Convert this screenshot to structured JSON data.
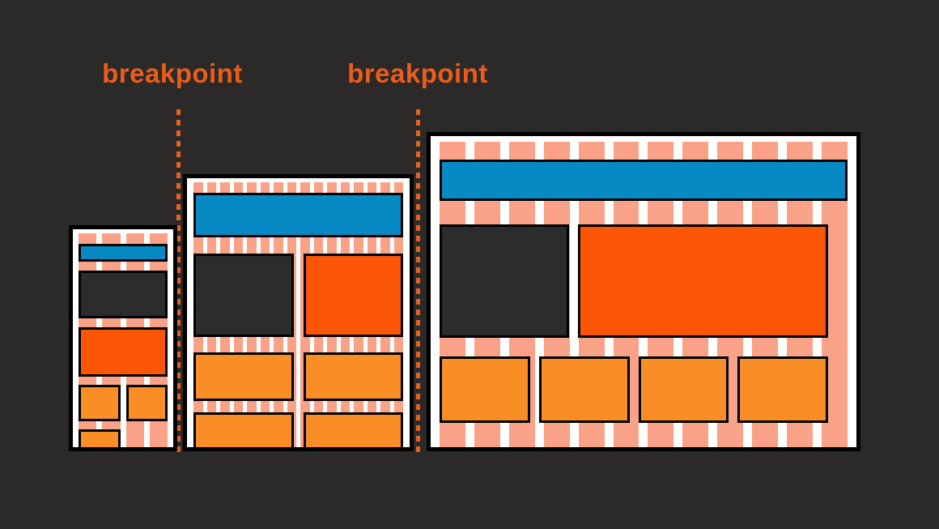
{
  "diagram": {
    "background": "#2b2a28",
    "labels": [
      {
        "id": "breakpoint-1",
        "text": "breakpoint"
      },
      {
        "id": "breakpoint-2",
        "text": "breakpoint"
      }
    ],
    "palette": {
      "bg": "#2b2a28",
      "grid_column": "#f9a288",
      "gutter_white": "#ffffff",
      "frame_border": "#000000",
      "frame_background": "#ffffff",
      "header_blue": "#0789c4",
      "dark_block": "#2c2c2c",
      "accent_orange_red": "#fb5507",
      "block_orange": "#fa8e26",
      "label_orange": "#ec5c1a",
      "dashed_line_orange": "#e8611f"
    },
    "layouts": [
      {
        "id": "small",
        "name": "small-screen-layout",
        "columns": 4,
        "column_gap": 7,
        "rows": [
          {
            "kind": "spacer",
            "h": 13
          },
          {
            "kind": "row",
            "h": 22,
            "blocks": [
              {
                "role": "header",
                "size": "full"
              }
            ]
          },
          {
            "kind": "spacer",
            "h": 11
          },
          {
            "kind": "row",
            "h": 59,
            "blocks": [
              {
                "role": "dark",
                "size": "full"
              }
            ]
          },
          {
            "kind": "spacer",
            "h": 11
          },
          {
            "kind": "row",
            "h": 61,
            "blocks": [
              {
                "role": "accent",
                "size": "full"
              }
            ]
          },
          {
            "kind": "spacer",
            "h": 10
          },
          {
            "kind": "row",
            "h": 45,
            "gap": 7,
            "blocks": [
              {
                "role": "orange",
                "size": "half"
              },
              {
                "role": "orange",
                "size": "half"
              }
            ]
          },
          {
            "kind": "spacer",
            "h": 10
          },
          {
            "kind": "row",
            "h": 40,
            "gap": 7,
            "blocks": [
              {
                "role": "orange",
                "size": "half"
              }
            ]
          }
        ]
      },
      {
        "id": "medium",
        "name": "medium-screen-layout",
        "columns": 16,
        "column_gap": 5,
        "rows": [
          {
            "kind": "spacer",
            "h": 13
          },
          {
            "kind": "row",
            "h": 55,
            "blocks": [
              {
                "role": "header",
                "size": "full"
              }
            ]
          },
          {
            "kind": "spacer",
            "h": 20
          },
          {
            "kind": "row",
            "h": 103,
            "gap": 12,
            "blocks": [
              {
                "role": "dark",
                "size": "half"
              },
              {
                "role": "accent",
                "size": "half"
              }
            ]
          },
          {
            "kind": "spacer",
            "h": 19
          },
          {
            "kind": "row",
            "h": 60,
            "gap": 12,
            "blocks": [
              {
                "role": "orange",
                "size": "half"
              },
              {
                "role": "orange",
                "size": "half"
              }
            ]
          },
          {
            "kind": "spacer",
            "h": 14
          },
          {
            "kind": "row",
            "h": 60,
            "gap": 12,
            "blocks": [
              {
                "role": "orange",
                "size": "half"
              },
              {
                "role": "orange",
                "size": "half"
              }
            ]
          }
        ]
      },
      {
        "id": "large",
        "name": "large-screen-layout",
        "columns": 12,
        "column_gap": 11,
        "rows": [
          {
            "kind": "spacer",
            "h": 22
          },
          {
            "kind": "row",
            "h": 51,
            "blocks": [
              {
                "role": "header",
                "size": "full"
              }
            ]
          },
          {
            "kind": "spacer",
            "h": 29
          },
          {
            "kind": "row",
            "h": 140,
            "gap": 11,
            "right_pad": 24,
            "blocks": [
              {
                "role": "dark",
                "size": "160px"
              },
              {
                "role": "accent",
                "size": "grow"
              }
            ]
          },
          {
            "kind": "spacer",
            "h": 23
          },
          {
            "kind": "row",
            "h": 82,
            "gap": 11,
            "right_pad": 24,
            "blocks": [
              {
                "role": "orange",
                "size": "quarter"
              },
              {
                "role": "orange",
                "size": "quarter"
              },
              {
                "role": "orange",
                "size": "quarter"
              },
              {
                "role": "orange",
                "size": "quarter"
              }
            ]
          }
        ]
      }
    ]
  }
}
